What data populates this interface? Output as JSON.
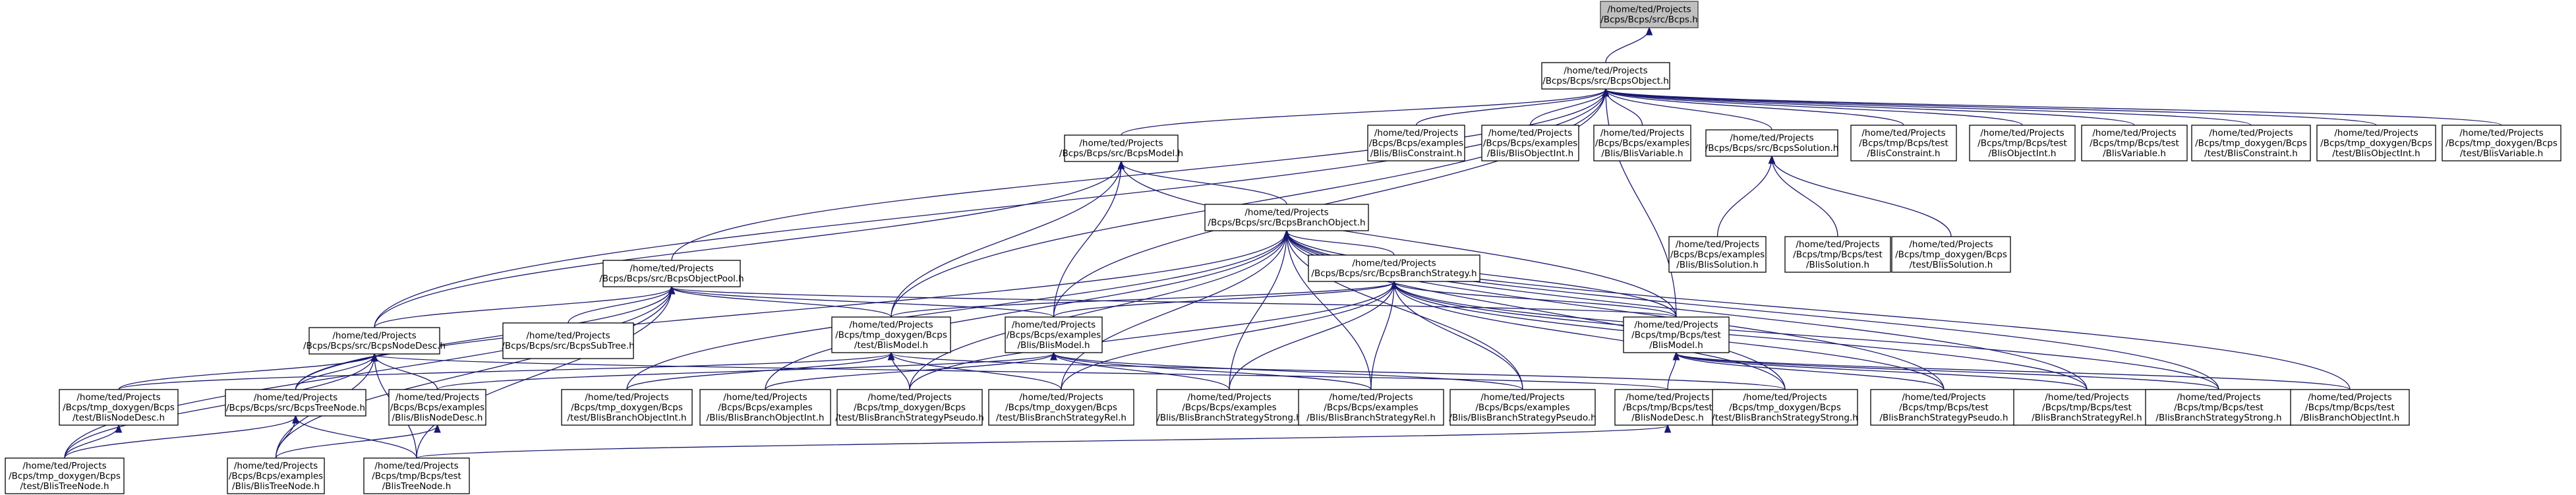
{
  "colors": {
    "edge": "#191970",
    "node_border": "#000000",
    "root_fill": "#bfbfbf",
    "node_fill": "#ffffff"
  },
  "nodes": [
    {
      "id": "BcpsH",
      "root": true,
      "lines": [
        "/home/ted/Projects",
        "/Bcps/Bcps/src/Bcps.h"
      ]
    },
    {
      "id": "BcpsObject",
      "lines": [
        "/home/ted/Projects",
        "/Bcps/Bcps/src/BcpsObject.h"
      ]
    },
    {
      "id": "BcpsModel",
      "lines": [
        "/home/ted/Projects",
        "/Bcps/Bcps/src/BcpsModel.h"
      ]
    },
    {
      "id": "ExBlisConstraint",
      "lines": [
        "/home/ted/Projects",
        "/Bcps/Bcps/examples",
        "/Blis/BlisConstraint.h"
      ]
    },
    {
      "id": "ExBlisObjectInt",
      "lines": [
        "/home/ted/Projects",
        "/Bcps/Bcps/examples",
        "/Blis/BlisObjectInt.h"
      ]
    },
    {
      "id": "ExBlisVariable",
      "lines": [
        "/home/ted/Projects",
        "/Bcps/Bcps/examples",
        "/Blis/BlisVariable.h"
      ]
    },
    {
      "id": "BcpsSolution",
      "lines": [
        "/home/ted/Projects",
        "/Bcps/Bcps/src/BcpsSolution.h"
      ]
    },
    {
      "id": "TmpBlisConstraint",
      "lines": [
        "/home/ted/Projects",
        "/Bcps/tmp/Bcps/test",
        "/BlisConstraint.h"
      ]
    },
    {
      "id": "TmpBlisObjectInt",
      "lines": [
        "/home/ted/Projects",
        "/Bcps/tmp/Bcps/test",
        "/BlisObjectInt.h"
      ]
    },
    {
      "id": "TmpBlisVariable",
      "lines": [
        "/home/ted/Projects",
        "/Bcps/tmp/Bcps/test",
        "/BlisVariable.h"
      ]
    },
    {
      "id": "DoxBlisConstraint",
      "lines": [
        "/home/ted/Projects",
        "/Bcps/tmp_doxygen/Bcps",
        "/test/BlisConstraint.h"
      ]
    },
    {
      "id": "DoxBlisObjectInt",
      "lines": [
        "/home/ted/Projects",
        "/Bcps/tmp_doxygen/Bcps",
        "/test/BlisObjectInt.h"
      ]
    },
    {
      "id": "DoxBlisVariable",
      "lines": [
        "/home/ted/Projects",
        "/Bcps/tmp_doxygen/Bcps",
        "/test/BlisVariable.h"
      ]
    },
    {
      "id": "BcpsBranchObject",
      "lines": [
        "/home/ted/Projects",
        "/Bcps/Bcps/src/BcpsBranchObject.h"
      ]
    },
    {
      "id": "ExBlisSolution",
      "lines": [
        "/home/ted/Projects",
        "/Bcps/Bcps/examples",
        "/Blis/BlisSolution.h"
      ]
    },
    {
      "id": "TmpBlisSolution",
      "lines": [
        "/home/ted/Projects",
        "/Bcps/tmp/Bcps/test",
        "/BlisSolution.h"
      ]
    },
    {
      "id": "DoxBlisSolution",
      "lines": [
        "/home/ted/Projects",
        "/Bcps/tmp_doxygen/Bcps",
        "/test/BlisSolution.h"
      ]
    },
    {
      "id": "BcpsObjectPool",
      "lines": [
        "/home/ted/Projects",
        "/Bcps/Bcps/src/BcpsObjectPool.h"
      ]
    },
    {
      "id": "BcpsBranchStrategy",
      "lines": [
        "/home/ted/Projects",
        "/Bcps/Bcps/src/BcpsBranchStrategy.h"
      ]
    },
    {
      "id": "BcpsNodeDesc",
      "lines": [
        "/home/ted/Projects",
        "/Bcps/Bcps/src/BcpsNodeDesc.h"
      ]
    },
    {
      "id": "BcpsSubTree",
      "lines": [
        "/home/ted/Projects",
        "/Bcps/Bcps/src/BcpsSubTree.h"
      ]
    },
    {
      "id": "DoxBlisModel",
      "lines": [
        "/home/ted/Projects",
        "/Bcps/tmp_doxygen/Bcps",
        "/test/BlisModel.h"
      ]
    },
    {
      "id": "ExBlisModel",
      "lines": [
        "/home/ted/Projects",
        "/Bcps/Bcps/examples",
        "/Blis/BlisModel.h"
      ]
    },
    {
      "id": "TmpBlisModel",
      "lines": [
        "/home/ted/Projects",
        "/Bcps/tmp/Bcps/test",
        "/BlisModel.h"
      ]
    },
    {
      "id": "DoxBlisNodeDesc",
      "lines": [
        "/home/ted/Projects",
        "/Bcps/tmp_doxygen/Bcps",
        "/test/BlisNodeDesc.h"
      ]
    },
    {
      "id": "BcpsTreeNode",
      "lines": [
        "/home/ted/Projects",
        "/Bcps/Bcps/src/BcpsTreeNode.h"
      ]
    },
    {
      "id": "ExBlisNodeDesc",
      "lines": [
        "/home/ted/Projects",
        "/Bcps/Bcps/examples",
        "/Blis/BlisNodeDesc.h"
      ]
    },
    {
      "id": "DoxBlisBranchObjectInt",
      "lines": [
        "/home/ted/Projects",
        "/Bcps/tmp_doxygen/Bcps",
        "/test/BlisBranchObjectInt.h"
      ]
    },
    {
      "id": "ExBlisBranchObjectInt",
      "lines": [
        "/home/ted/Projects",
        "/Bcps/Bcps/examples",
        "/Blis/BlisBranchObjectInt.h"
      ]
    },
    {
      "id": "DoxBlisBranchStrategyPseudo",
      "lines": [
        "/home/ted/Projects",
        "/Bcps/tmp_doxygen/Bcps",
        "/test/BlisBranchStrategyPseudo.h"
      ]
    },
    {
      "id": "DoxBlisBranchStrategyRel",
      "lines": [
        "/home/ted/Projects",
        "/Bcps/tmp_doxygen/Bcps",
        "/test/BlisBranchStrategyRel.h"
      ]
    },
    {
      "id": "ExBlisBranchStrategyStrong",
      "lines": [
        "/home/ted/Projects",
        "/Bcps/Bcps/examples",
        "/Blis/BlisBranchStrategyStrong.h"
      ]
    },
    {
      "id": "ExBlisBranchStrategyRel",
      "lines": [
        "/home/ted/Projects",
        "/Bcps/Bcps/examples",
        "/Blis/BlisBranchStrategyRel.h"
      ]
    },
    {
      "id": "ExBlisBranchStrategyPseudo",
      "lines": [
        "/home/ted/Projects",
        "/Bcps/Bcps/examples",
        "/Blis/BlisBranchStrategyPseudo.h"
      ]
    },
    {
      "id": "TmpBlisNodeDesc",
      "lines": [
        "/home/ted/Projects",
        "/Bcps/tmp/Bcps/test",
        "/BlisNodeDesc.h"
      ]
    },
    {
      "id": "DoxBlisBranchStrategyStrong",
      "lines": [
        "/home/ted/Projects",
        "/Bcps/tmp_doxygen/Bcps",
        "/test/BlisBranchStrategyStrong.h"
      ]
    },
    {
      "id": "TmpBlisBranchStrategyPseudo",
      "lines": [
        "/home/ted/Projects",
        "/Bcps/tmp/Bcps/test",
        "/BlisBranchStrategyPseudo.h"
      ]
    },
    {
      "id": "TmpBlisBranchStrategyRel",
      "lines": [
        "/home/ted/Projects",
        "/Bcps/tmp/Bcps/test",
        "/BlisBranchStrategyRel.h"
      ]
    },
    {
      "id": "TmpBlisBranchStrategyStrong",
      "lines": [
        "/home/ted/Projects",
        "/Bcps/tmp/Bcps/test",
        "/BlisBranchStrategyStrong.h"
      ]
    },
    {
      "id": "TmpBlisBranchObjectInt",
      "lines": [
        "/home/ted/Projects",
        "/Bcps/tmp/Bcps/test",
        "/BlisBranchObjectInt.h"
      ]
    },
    {
      "id": "DoxBlisTreeNode",
      "lines": [
        "/home/ted/Projects",
        "/Bcps/tmp_doxygen/Bcps",
        "/test/BlisTreeNode.h"
      ]
    },
    {
      "id": "ExBlisTreeNode",
      "lines": [
        "/home/ted/Projects",
        "/Bcps/Bcps/examples",
        "/Blis/BlisTreeNode.h"
      ]
    },
    {
      "id": "TmpBlisTreeNode",
      "lines": [
        "/home/ted/Projects",
        "/Bcps/tmp/Bcps/test",
        "/BlisTreeNode.h"
      ]
    }
  ],
  "edges": [
    [
      "BcpsObject",
      "BcpsH"
    ],
    [
      "BcpsModel",
      "BcpsObject"
    ],
    [
      "ExBlisConstraint",
      "BcpsObject"
    ],
    [
      "ExBlisObjectInt",
      "BcpsObject"
    ],
    [
      "ExBlisVariable",
      "BcpsObject"
    ],
    [
      "BcpsSolution",
      "BcpsObject"
    ],
    [
      "TmpBlisConstraint",
      "BcpsObject"
    ],
    [
      "TmpBlisObjectInt",
      "BcpsObject"
    ],
    [
      "TmpBlisVariable",
      "BcpsObject"
    ],
    [
      "DoxBlisConstraint",
      "BcpsObject"
    ],
    [
      "DoxBlisObjectInt",
      "BcpsObject"
    ],
    [
      "DoxBlisVariable",
      "BcpsObject"
    ],
    [
      "BcpsObjectPool",
      "BcpsObject"
    ],
    [
      "BcpsNodeDesc",
      "BcpsObject"
    ],
    [
      "DoxBlisModel",
      "BcpsObject"
    ],
    [
      "ExBlisModel",
      "BcpsObject"
    ],
    [
      "TmpBlisModel",
      "BcpsObject"
    ],
    [
      "BcpsBranchObject",
      "BcpsModel"
    ],
    [
      "BcpsNodeDesc",
      "BcpsModel"
    ],
    [
      "DoxBlisModel",
      "BcpsModel"
    ],
    [
      "ExBlisModel",
      "BcpsModel"
    ],
    [
      "TmpBlisModel",
      "BcpsModel"
    ],
    [
      "ExBlisSolution",
      "BcpsSolution"
    ],
    [
      "TmpBlisSolution",
      "BcpsSolution"
    ],
    [
      "DoxBlisSolution",
      "BcpsSolution"
    ],
    [
      "BcpsBranchStrategy",
      "BcpsBranchObject"
    ],
    [
      "DoxBlisBranchObjectInt",
      "BcpsBranchObject"
    ],
    [
      "ExBlisBranchObjectInt",
      "BcpsBranchObject"
    ],
    [
      "DoxBlisBranchStrategyPseudo",
      "BcpsBranchObject"
    ],
    [
      "DoxBlisBranchStrategyRel",
      "BcpsBranchObject"
    ],
    [
      "ExBlisBranchStrategyStrong",
      "BcpsBranchObject"
    ],
    [
      "ExBlisBranchStrategyRel",
      "BcpsBranchObject"
    ],
    [
      "ExBlisBranchStrategyPseudo",
      "BcpsBranchObject"
    ],
    [
      "DoxBlisBranchStrategyStrong",
      "BcpsBranchObject"
    ],
    [
      "TmpBlisBranchStrategyPseudo",
      "BcpsBranchObject"
    ],
    [
      "TmpBlisBranchStrategyRel",
      "BcpsBranchObject"
    ],
    [
      "TmpBlisBranchStrategyStrong",
      "BcpsBranchObject"
    ],
    [
      "TmpBlisBranchObjectInt",
      "BcpsBranchObject"
    ],
    [
      "BcpsTreeNode",
      "BcpsBranchObject"
    ],
    [
      "TmpBlisModel",
      "BcpsBranchObject"
    ],
    [
      "BcpsNodeDesc",
      "BcpsObjectPool"
    ],
    [
      "BcpsSubTree",
      "BcpsObjectPool"
    ],
    [
      "DoxBlisModel",
      "BcpsObjectPool"
    ],
    [
      "ExBlisModel",
      "BcpsObjectPool"
    ],
    [
      "TmpBlisModel",
      "BcpsObjectPool"
    ],
    [
      "BcpsTreeNode",
      "BcpsObjectPool"
    ],
    [
      "DoxBlisTreeNode",
      "BcpsObjectPool"
    ],
    [
      "ExBlisTreeNode",
      "BcpsObjectPool"
    ],
    [
      "TmpBlisTreeNode",
      "BcpsObjectPool"
    ],
    [
      "DoxBlisModel",
      "BcpsBranchStrategy"
    ],
    [
      "ExBlisModel",
      "BcpsBranchStrategy"
    ],
    [
      "TmpBlisModel",
      "BcpsBranchStrategy"
    ],
    [
      "DoxBlisBranchStrategyPseudo",
      "BcpsBranchStrategy"
    ],
    [
      "DoxBlisBranchStrategyRel",
      "BcpsBranchStrategy"
    ],
    [
      "ExBlisBranchStrategyStrong",
      "BcpsBranchStrategy"
    ],
    [
      "ExBlisBranchStrategyRel",
      "BcpsBranchStrategy"
    ],
    [
      "ExBlisBranchStrategyPseudo",
      "BcpsBranchStrategy"
    ],
    [
      "DoxBlisBranchStrategyStrong",
      "BcpsBranchStrategy"
    ],
    [
      "TmpBlisBranchStrategyPseudo",
      "BcpsBranchStrategy"
    ],
    [
      "TmpBlisBranchStrategyRel",
      "BcpsBranchStrategy"
    ],
    [
      "TmpBlisBranchStrategyStrong",
      "BcpsBranchStrategy"
    ],
    [
      "DoxBlisNodeDesc",
      "BcpsNodeDesc"
    ],
    [
      "BcpsTreeNode",
      "BcpsNodeDesc"
    ],
    [
      "ExBlisNodeDesc",
      "BcpsNodeDesc"
    ],
    [
      "DoxBlisTreeNode",
      "BcpsNodeDesc"
    ],
    [
      "ExBlisTreeNode",
      "BcpsNodeDesc"
    ],
    [
      "TmpBlisTreeNode",
      "BcpsNodeDesc"
    ],
    [
      "TmpBlisNodeDesc",
      "BcpsNodeDesc"
    ],
    [
      "DoxBlisNodeDesc",
      "DoxBlisModel"
    ],
    [
      "DoxBlisBranchObjectInt",
      "DoxBlisModel"
    ],
    [
      "DoxBlisBranchStrategyPseudo",
      "DoxBlisModel"
    ],
    [
      "DoxBlisBranchStrategyRel",
      "DoxBlisModel"
    ],
    [
      "DoxBlisBranchStrategyStrong",
      "DoxBlisModel"
    ],
    [
      "ExBlisNodeDesc",
      "ExBlisModel"
    ],
    [
      "ExBlisBranchObjectInt",
      "ExBlisModel"
    ],
    [
      "ExBlisBranchStrategyStrong",
      "ExBlisModel"
    ],
    [
      "ExBlisBranchStrategyRel",
      "ExBlisModel"
    ],
    [
      "ExBlisBranchStrategyPseudo",
      "ExBlisModel"
    ],
    [
      "TmpBlisNodeDesc",
      "TmpBlisModel"
    ],
    [
      "TmpBlisBranchStrategyPseudo",
      "TmpBlisModel"
    ],
    [
      "TmpBlisBranchStrategyRel",
      "TmpBlisModel"
    ],
    [
      "TmpBlisBranchStrategyStrong",
      "TmpBlisModel"
    ],
    [
      "TmpBlisBranchObjectInt",
      "TmpBlisModel"
    ],
    [
      "DoxBlisTreeNode",
      "BcpsTreeNode"
    ],
    [
      "ExBlisTreeNode",
      "BcpsTreeNode"
    ],
    [
      "TmpBlisTreeNode",
      "BcpsTreeNode"
    ],
    [
      "DoxBlisTreeNode",
      "DoxBlisNodeDesc"
    ],
    [
      "ExBlisTreeNode",
      "ExBlisNodeDesc"
    ],
    [
      "TmpBlisTreeNode",
      "TmpBlisNodeDesc"
    ]
  ]
}
